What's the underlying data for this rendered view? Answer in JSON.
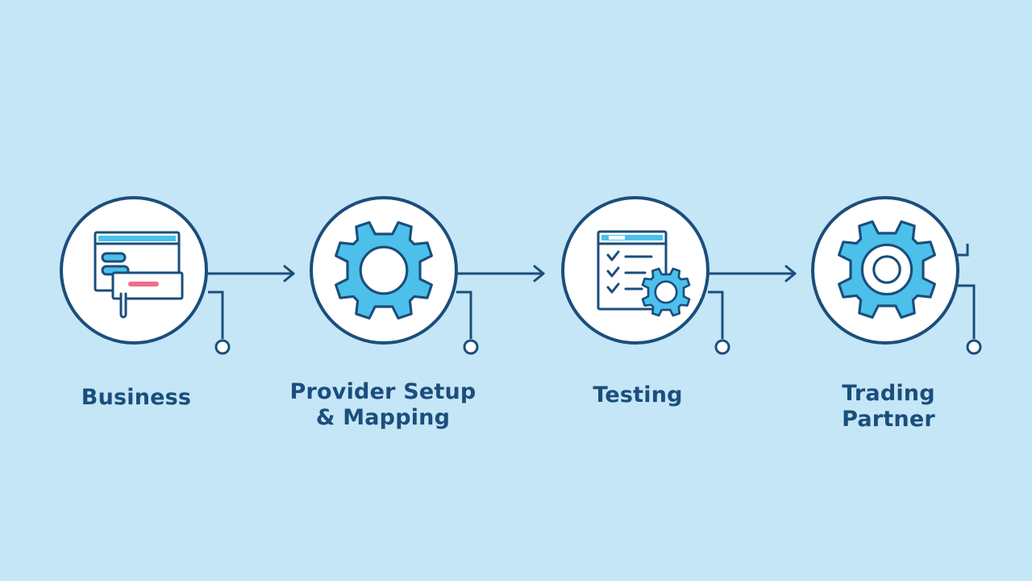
{
  "colors": {
    "background": "#c5e6f6",
    "line": "#1a4e7c",
    "accent": "#4cc0ea",
    "highlight": "#f26b8a",
    "node_fill": "#ffffff"
  },
  "steps": [
    {
      "label": "Business",
      "icon": "document-form-icon"
    },
    {
      "label": "Provider Setup\n& Mapping",
      "icon": "gear-icon"
    },
    {
      "label": "Testing",
      "icon": "checklist-gear-icon"
    },
    {
      "label": "Trading\nPartner",
      "icon": "gear-icon"
    }
  ]
}
